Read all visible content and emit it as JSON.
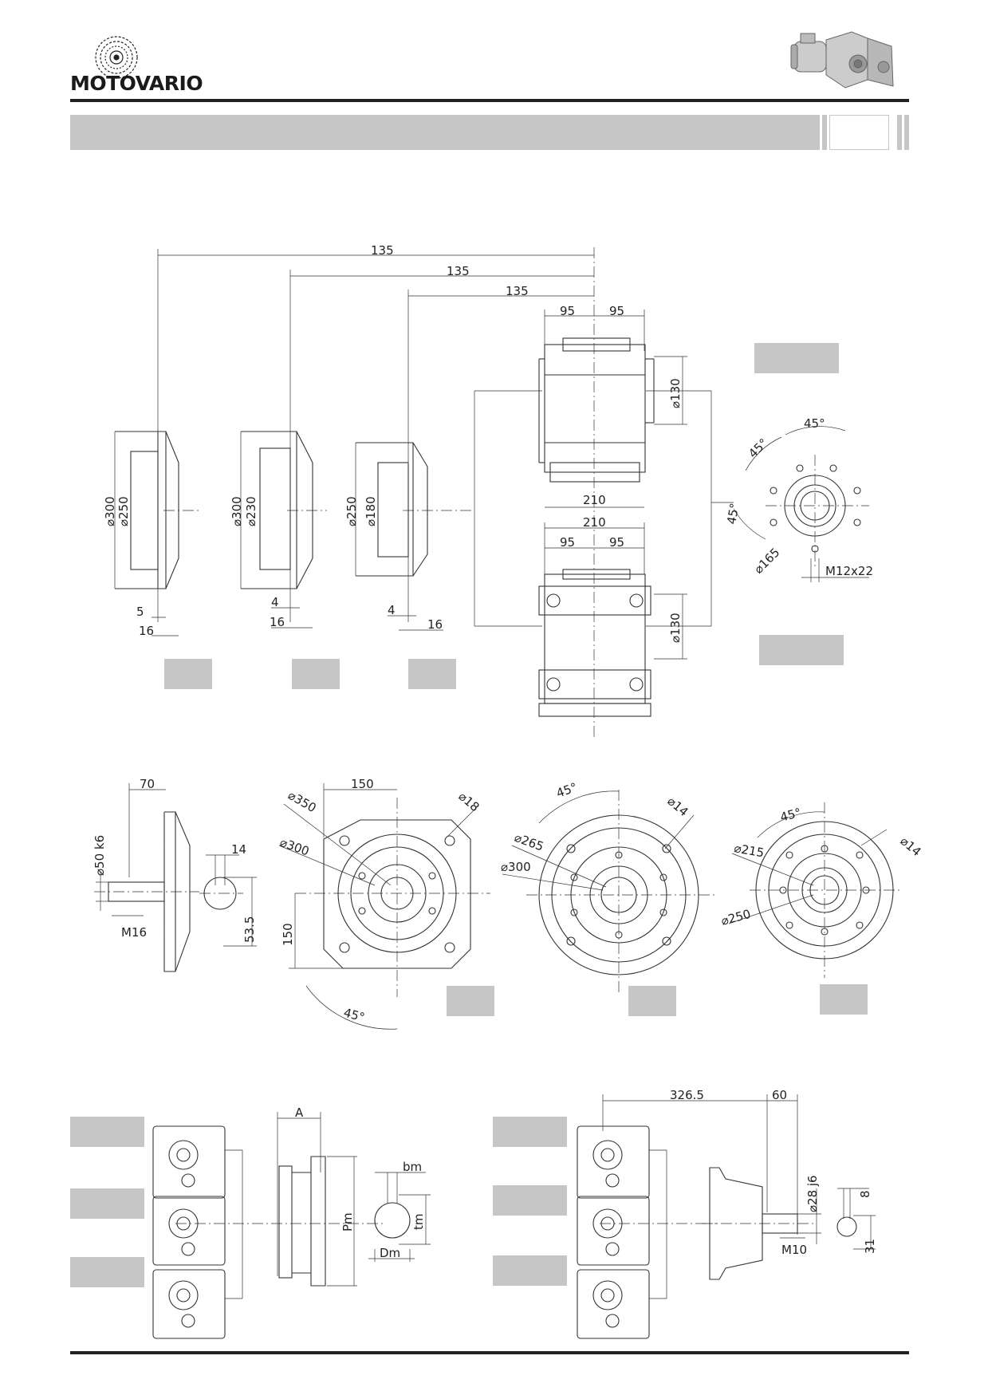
{
  "brand": {
    "name": "MOTOVARIO"
  },
  "top_section": {
    "dims_135": [
      "135",
      "135",
      "135"
    ],
    "flange_a": {
      "d_outer": "⌀300",
      "d_inner": "⌀250",
      "w1": "5",
      "w2": "16"
    },
    "flange_b": {
      "d_outer": "⌀300",
      "d_inner": "⌀230",
      "w1": "4",
      "w2": "16"
    },
    "flange_c": {
      "d_outer": "⌀250",
      "d_inner": "⌀180",
      "w1": "4",
      "w2": "16"
    },
    "housing_upper": {
      "w_left": "95",
      "w_right": "95",
      "d_right": "⌀130",
      "total": "210"
    },
    "housing_lower": {
      "total": "210",
      "w_left": "95",
      "w_right": "95",
      "d_right": "⌀130"
    },
    "round_flange": {
      "angle_a": "45°",
      "angle_b": "45°",
      "angle_c": "45°",
      "pcd": "⌀165",
      "thread": "M12x22"
    }
  },
  "middle_section": {
    "shaft": {
      "length": "70",
      "diameter": "⌀50 k6",
      "key_w": "14",
      "key_h": "53.5",
      "thread": "M16"
    },
    "square_flange": {
      "side_top": "150",
      "side_left": "150",
      "d_a": "⌀350",
      "d_b": "⌀300",
      "hole": "⌀18",
      "angle": "45°"
    },
    "round_flange_1": {
      "angle": "45°",
      "hole": "⌀14",
      "d_a": "⌀265",
      "d_b": "⌀300"
    },
    "round_flange_2": {
      "angle": "45°",
      "hole": "⌀14",
      "d_a": "⌀215",
      "d_b": "⌀250"
    }
  },
  "bottom_section": {
    "left_group": {
      "a": "A",
      "pm": "Pm",
      "bm": "bm",
      "tm": "tm",
      "dm": "Dm"
    },
    "right_group": {
      "len_a": "326.5",
      "len_b": "60",
      "diameter": "⌀28 j6",
      "key": "8",
      "key_h": "31",
      "thread": "M10"
    }
  }
}
